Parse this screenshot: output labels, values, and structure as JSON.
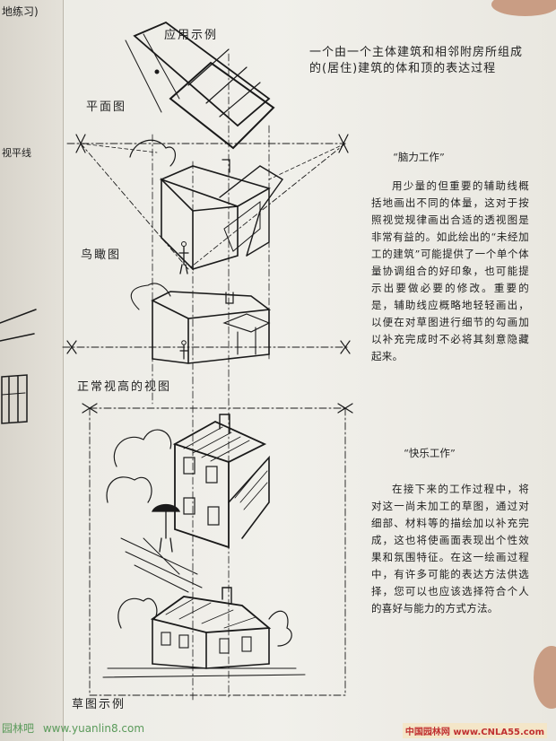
{
  "left_margin": {
    "top_fragment": "地练习)",
    "side_fragment": "视平线"
  },
  "labels": {
    "application_example": "应用示例",
    "plan_view": "平面图",
    "birds_eye_view": "鸟瞰图",
    "eye_level_view": "正常视高的视图",
    "sketch_example": "草图示例"
  },
  "headnote": "一个由一个主体建筑和相邻附房所组成的(居住)建筑的体和顶的表达过程",
  "section1": {
    "title": "“脑力工作”",
    "body": "用少量的但重要的辅助线概括地画出不同的体量，这对于按照视觉规律画出合适的透视图是非常有益的。如此绘出的“未经加工的建筑”可能提供了一个单个体量协调组合的好印象，也可能提示出要做必要的修改。重要的是，辅助线应概略地轻轻画出，以便在对草图进行细节的勾画加以补充完成时不必将其刻意隐藏起来。"
  },
  "section2": {
    "title": "“快乐工作”",
    "body": "在接下来的工作过程中，将对这一尚未加工的草图，通过对细部、材料等的描绘加以补充完成，这也将使画面表现出个性效果和氛围特征。在这一绘画过程中，有许多可能的表达方法供选择，您可以也应该选择符合个人的喜好与能力的方式方法。"
  },
  "watermarks": {
    "left_brand": "园林吧",
    "left_url": "www.yuanlin8.com",
    "right_brand": "中国园林网 www.CNLA55.com"
  }
}
